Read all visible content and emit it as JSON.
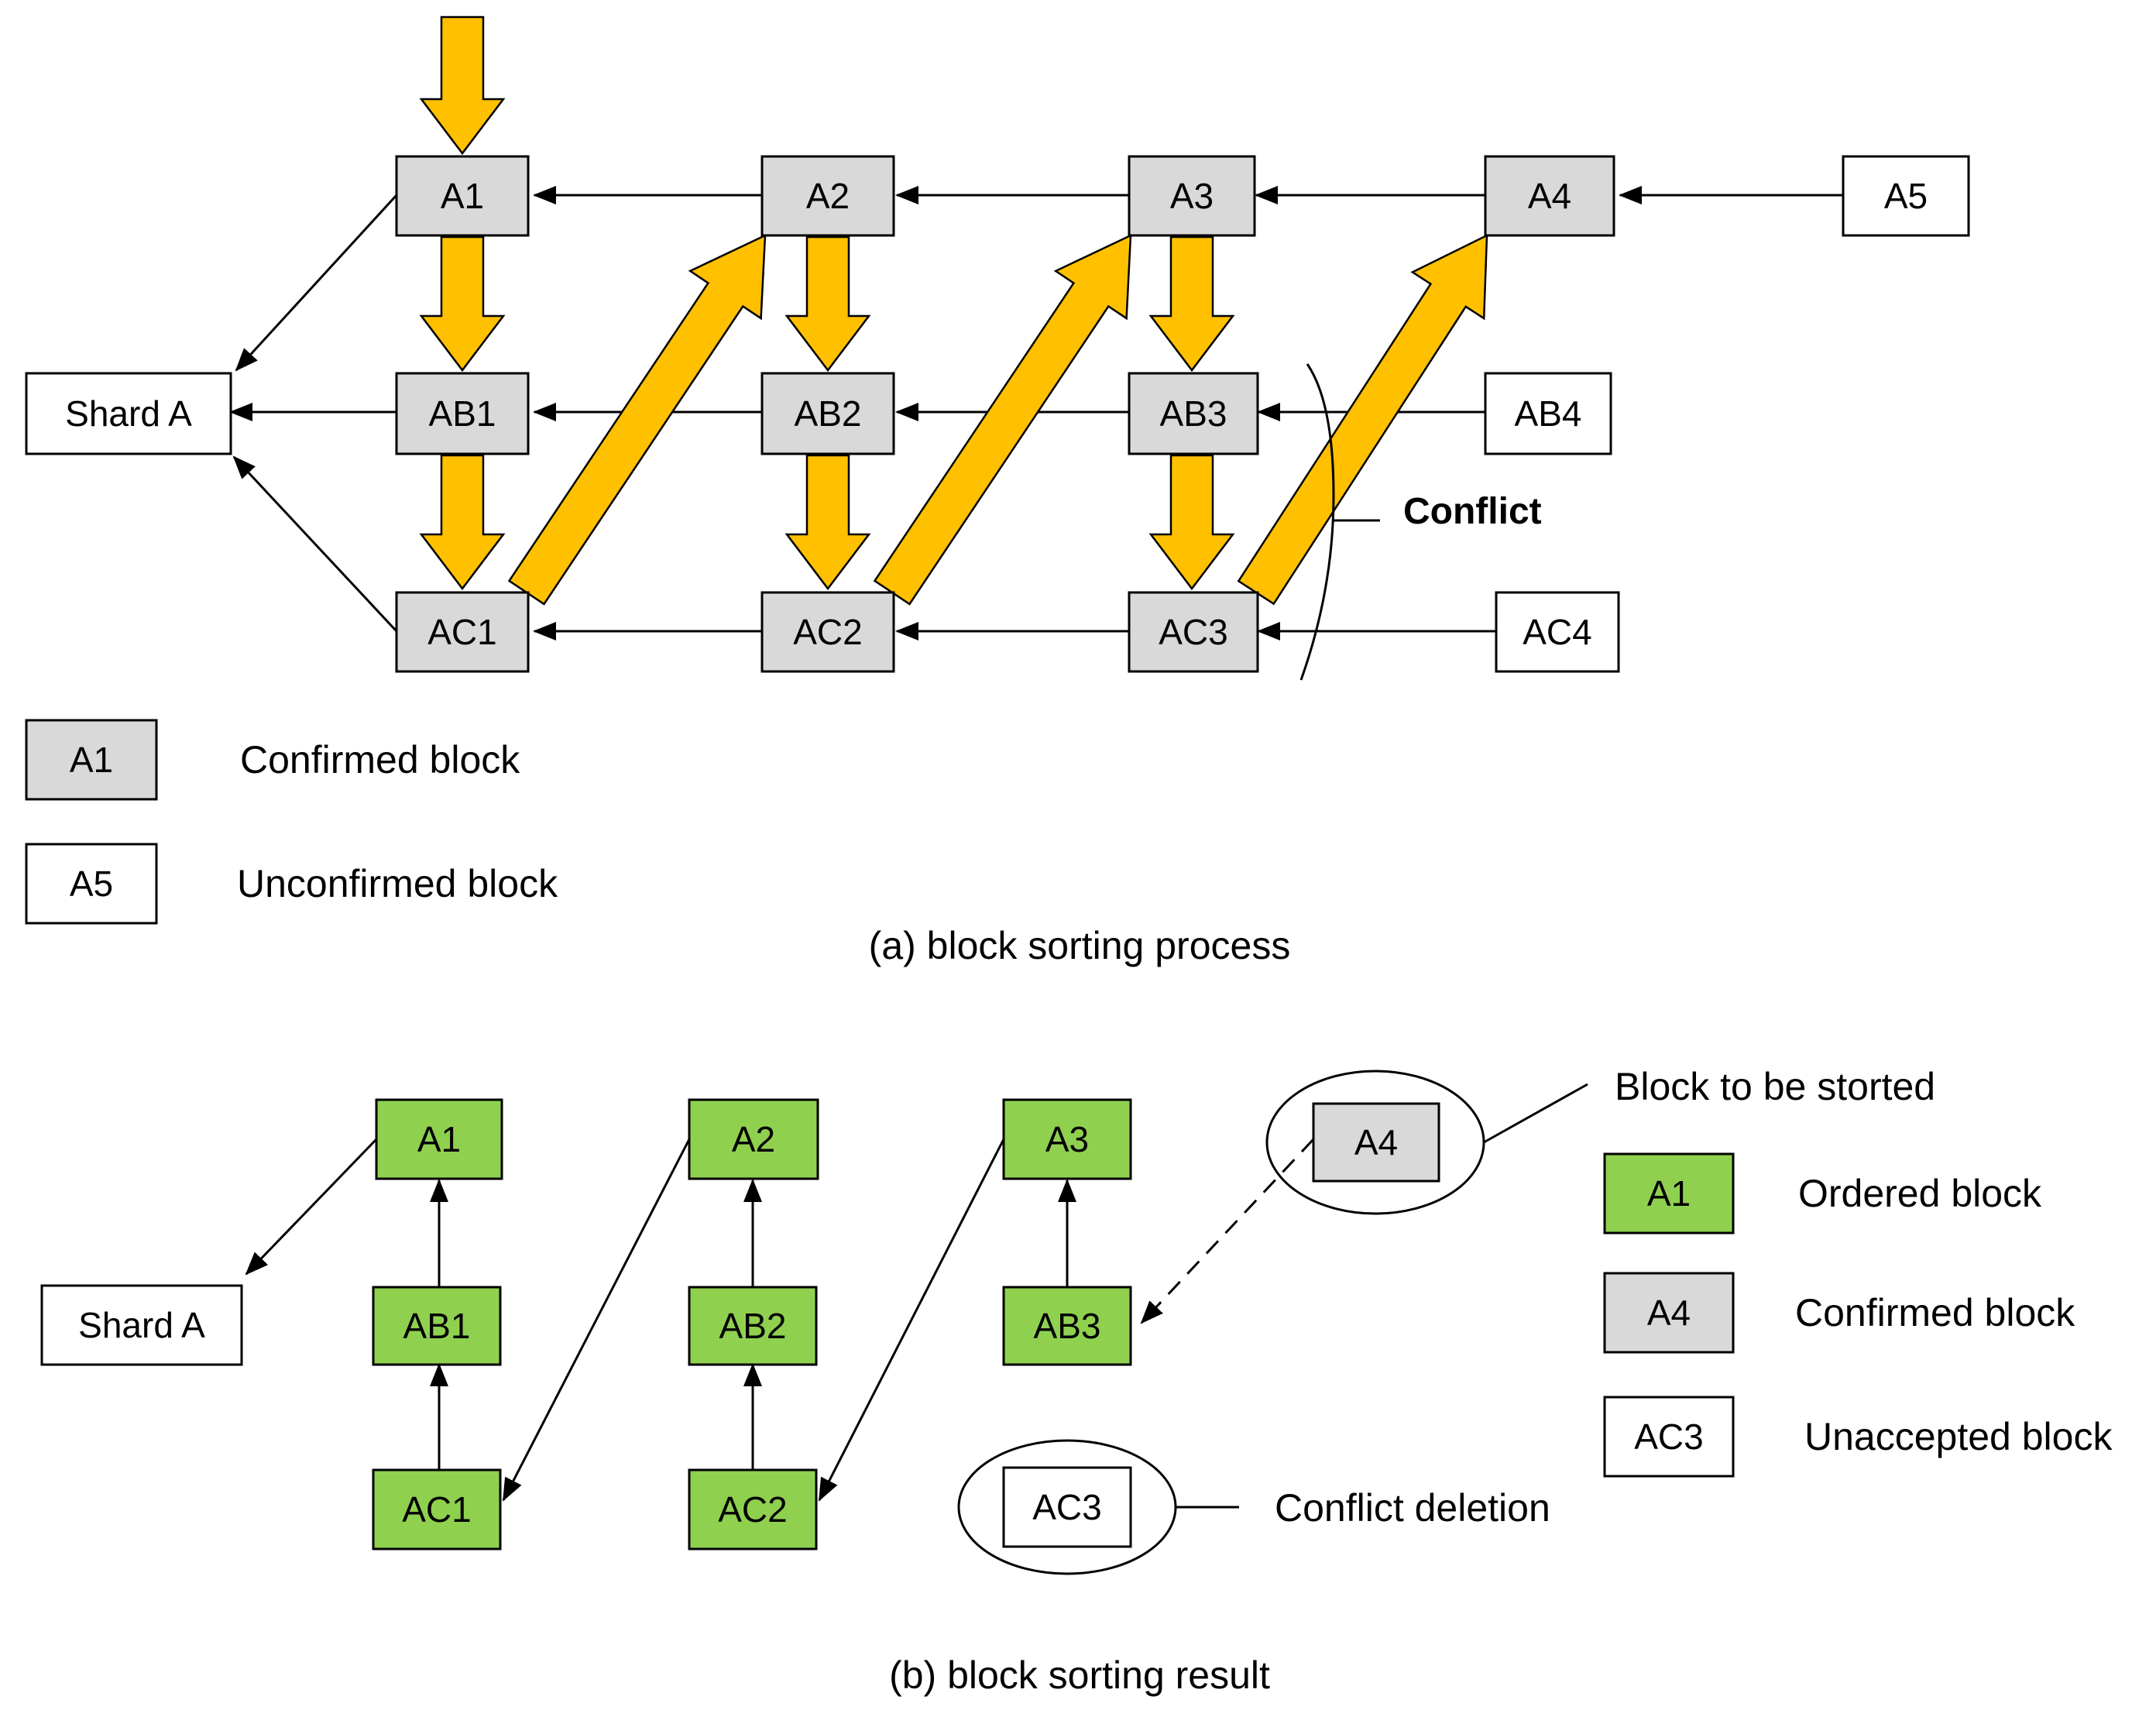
{
  "colors": {
    "confirmed": "#d9d9d9",
    "unconfirmed": "#ffffff",
    "ordered": "#8fd14f",
    "orange_arrow": "#ffc000",
    "stroke": "#000000"
  },
  "part_a": {
    "caption": "(a)  block sorting process",
    "nodes": {
      "shard_a": "Shard A",
      "A1": "A1",
      "A2": "A2",
      "A3": "A3",
      "A4": "A4",
      "A5": "A5",
      "AB1": "AB1",
      "AB2": "AB2",
      "AB3": "AB3",
      "AB4": "AB4",
      "AC1": "AC1",
      "AC2": "AC2",
      "AC3": "AC3",
      "AC4": "AC4"
    },
    "conflict_label": "Conflict",
    "legend": [
      {
        "box": "A1",
        "label": "Confirmed block",
        "kind": "confirmed"
      },
      {
        "box": "A5",
        "label": "Unconfirmed block",
        "kind": "unconfirmed"
      }
    ]
  },
  "part_b": {
    "caption": "(b)  block sorting result",
    "nodes": {
      "shard_a": "Shard A",
      "A1": "A1",
      "A2": "A2",
      "A3": "A3",
      "A4": "A4",
      "AB1": "AB1",
      "AB2": "AB2",
      "AB3": "AB3",
      "AC1": "AC1",
      "AC2": "AC2",
      "AC3": "AC3"
    },
    "block_to_be_sorted_label": "Block to be storted",
    "conflict_deletion_label": "Conflict deletion",
    "legend": [
      {
        "box": "A1",
        "label": "Ordered block",
        "kind": "ordered"
      },
      {
        "box": "A4",
        "label": "Confirmed block",
        "kind": "confirmed"
      },
      {
        "box": "AC3",
        "label": "Unaccepted block",
        "kind": "unconfirmed"
      }
    ]
  }
}
